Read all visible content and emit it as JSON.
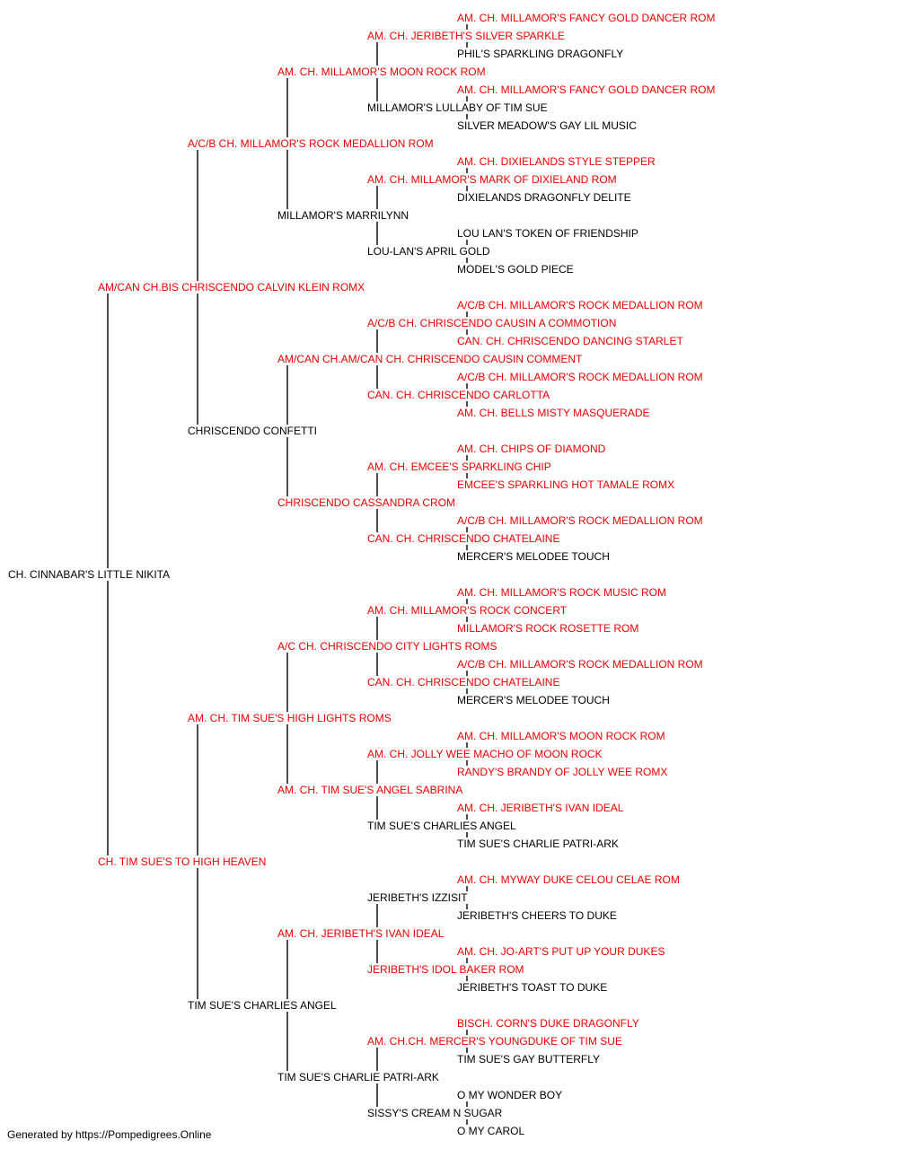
{
  "colors": {
    "champion": "#ee0000",
    "regular": "#000000",
    "line": "#000000"
  },
  "pedigree": {
    "name": "CH. CINNABAR'S LITTLE NIKITA",
    "champion": false,
    "sire": {
      "name": "AM/CAN CH.BIS CHRISCENDO CALVIN KLEIN ROMX",
      "champion": true,
      "sire": {
        "name": "A/C/B CH. MILLAMOR'S ROCK MEDALLION ROM",
        "champion": true,
        "sire": {
          "name": "AM. CH. MILLAMOR'S MOON ROCK ROM",
          "champion": true,
          "sire": {
            "name": "AM. CH. JERIBETH'S SILVER SPARKLE",
            "champion": true,
            "sire": {
              "name": "AM. CH. MILLAMOR'S FANCY GOLD DANCER ROM",
              "champion": true
            },
            "dam": {
              "name": "PHIL'S SPARKLING DRAGONFLY",
              "champion": false
            }
          },
          "dam": {
            "name": "MILLAMOR'S LULLABY OF TIM SUE",
            "champion": false,
            "sire": {
              "name": "AM. CH. MILLAMOR'S FANCY GOLD DANCER ROM",
              "champion": true
            },
            "dam": {
              "name": "SILVER MEADOW'S GAY LIL MUSIC",
              "champion": false
            }
          }
        },
        "dam": {
          "name": "MILLAMOR'S MARRILYNN",
          "champion": false,
          "sire": {
            "name": "AM. CH. MILLAMOR'S MARK OF DIXIELAND ROM",
            "champion": true,
            "sire": {
              "name": "AM. CH. DIXIELANDS STYLE STEPPER",
              "champion": true
            },
            "dam": {
              "name": "DIXIELANDS DRAGONFLY DELITE",
              "champion": false
            }
          },
          "dam": {
            "name": "LOU-LAN'S APRIL GOLD",
            "champion": false,
            "sire": {
              "name": "LOU LAN'S TOKEN OF FRIENDSHIP",
              "champion": false
            },
            "dam": {
              "name": "MODEL'S GOLD PIECE",
              "champion": false
            }
          }
        }
      },
      "dam": {
        "name": "CHRISCENDO CONFETTI",
        "champion": false,
        "sire": {
          "name": "AM/CAN CH.AM/CAN CH. CHRISCENDO CAUSIN COMMENT",
          "champion": true,
          "sire": {
            "name": "A/C/B CH. CHRISCENDO CAUSIN A COMMOTION",
            "champion": true,
            "sire": {
              "name": "A/C/B CH. MILLAMOR'S ROCK MEDALLION ROM",
              "champion": true
            },
            "dam": {
              "name": "CAN. CH. CHRISCENDO DANCING STARLET",
              "champion": true
            }
          },
          "dam": {
            "name": "CAN. CH. CHRISCENDO CARLOTTA",
            "champion": true,
            "sire": {
              "name": "A/C/B CH. MILLAMOR'S ROCK MEDALLION ROM",
              "champion": true
            },
            "dam": {
              "name": "AM. CH. BELLS MISTY MASQUERADE",
              "champion": true
            }
          }
        },
        "dam": {
          "name": "CHRISCENDO CASSANDRA CROM",
          "champion": true,
          "sire": {
            "name": "AM. CH. EMCEE'S SPARKLING CHIP",
            "champion": true,
            "sire": {
              "name": "AM. CH. CHIPS OF DIAMOND",
              "champion": true
            },
            "dam": {
              "name": "EMCEE'S SPARKLING HOT TAMALE ROMX",
              "champion": true
            }
          },
          "dam": {
            "name": "CAN. CH. CHRISCENDO CHATELAINE",
            "champion": true,
            "sire": {
              "name": "A/C/B CH. MILLAMOR'S ROCK MEDALLION ROM",
              "champion": true
            },
            "dam": {
              "name": "MERCER'S MELODEE TOUCH",
              "champion": false
            }
          }
        }
      }
    },
    "dam": {
      "name": "CH. TIM SUE'S TO HIGH HEAVEN",
      "champion": true,
      "sire": {
        "name": "AM. CH. TIM SUE'S HIGH LIGHTS ROMS",
        "champion": true,
        "sire": {
          "name": "A/C CH. CHRISCENDO CITY LIGHTS ROMS",
          "champion": true,
          "sire": {
            "name": "AM. CH. MILLAMOR'S ROCK CONCERT",
            "champion": true,
            "sire": {
              "name": "AM. CH. MILLAMOR'S ROCK MUSIC ROM",
              "champion": true
            },
            "dam": {
              "name": "MILLAMOR'S ROCK ROSETTE ROM",
              "champion": true
            }
          },
          "dam": {
            "name": "CAN. CH. CHRISCENDO CHATELAINE",
            "champion": true,
            "sire": {
              "name": "A/C/B CH. MILLAMOR'S ROCK MEDALLION ROM",
              "champion": true
            },
            "dam": {
              "name": "MERCER'S MELODEE TOUCH",
              "champion": false
            }
          }
        },
        "dam": {
          "name": "AM. CH. TIM SUE'S ANGEL SABRINA",
          "champion": true,
          "sire": {
            "name": "AM. CH. JOLLY WEE MACHO OF MOON ROCK",
            "champion": true,
            "sire": {
              "name": "AM. CH. MILLAMOR'S MOON ROCK ROM",
              "champion": true
            },
            "dam": {
              "name": "RANDY'S BRANDY OF JOLLY WEE ROMX",
              "champion": true
            }
          },
          "dam": {
            "name": "TIM SUE'S CHARLIES ANGEL",
            "champion": false,
            "sire": {
              "name": "AM. CH. JERIBETH'S IVAN IDEAL",
              "champion": true
            },
            "dam": {
              "name": "TIM SUE'S CHARLIE PATRI-ARK",
              "champion": false
            }
          }
        }
      },
      "dam": {
        "name": "TIM SUE'S CHARLIES ANGEL",
        "champion": false,
        "sire": {
          "name": "AM. CH. JERIBETH'S IVAN IDEAL",
          "champion": true,
          "sire": {
            "name": "JERIBETH'S IZZISIT",
            "champion": false,
            "sire": {
              "name": "AM. CH. MYWAY DUKE CELOU CELAE ROM",
              "champion": true
            },
            "dam": {
              "name": "JERIBETH'S CHEERS TO DUKE",
              "champion": false
            }
          },
          "dam": {
            "name": "JERIBETH'S IDOL BAKER ROM",
            "champion": true,
            "sire": {
              "name": "AM. CH. JO-ART'S PUT UP YOUR DUKES",
              "champion": true
            },
            "dam": {
              "name": "JERIBETH'S TOAST TO DUKE",
              "champion": false
            }
          }
        },
        "dam": {
          "name": "TIM SUE'S CHARLIE PATRI-ARK",
          "champion": false,
          "sire": {
            "name": "AM. CH.CH. MERCER'S YOUNGDUKE OF TIM SUE",
            "champion": true,
            "sire": {
              "name": "BISCH. CORN'S DUKE DRAGONFLY",
              "champion": true
            },
            "dam": {
              "name": "TIM SUE'S GAY BUTTERFLY",
              "champion": false
            }
          },
          "dam": {
            "name": "SISSY'S CREAM N SUGAR",
            "champion": false,
            "sire": {
              "name": "O MY WONDER BOY",
              "champion": false
            },
            "dam": {
              "name": "O MY CAROL",
              "champion": false
            }
          }
        }
      }
    }
  },
  "footer": "Generated by https://Pompedigrees.Online"
}
